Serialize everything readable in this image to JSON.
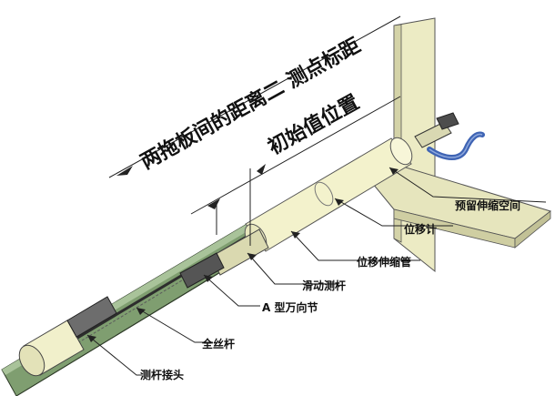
{
  "title_distance": "两拖板间的距离二 测点标距",
  "title_initial": "初始值位置",
  "labels": {
    "reserved_space": "预留伸缩空间",
    "displacement_meter": "位移计",
    "displacement_tube": "位移伸缩管",
    "sliding_rod": "滑动测杆",
    "a_joint": "A 型万向节",
    "threaded_rod": "全丝杆",
    "rod_connector": "测杆接头"
  },
  "colors": {
    "plate": "#ecebc4",
    "tube_green": "#7f9e70",
    "tube_light": "#f3f2cc",
    "cable_blue": "#3f64b4",
    "line": "#222222"
  }
}
